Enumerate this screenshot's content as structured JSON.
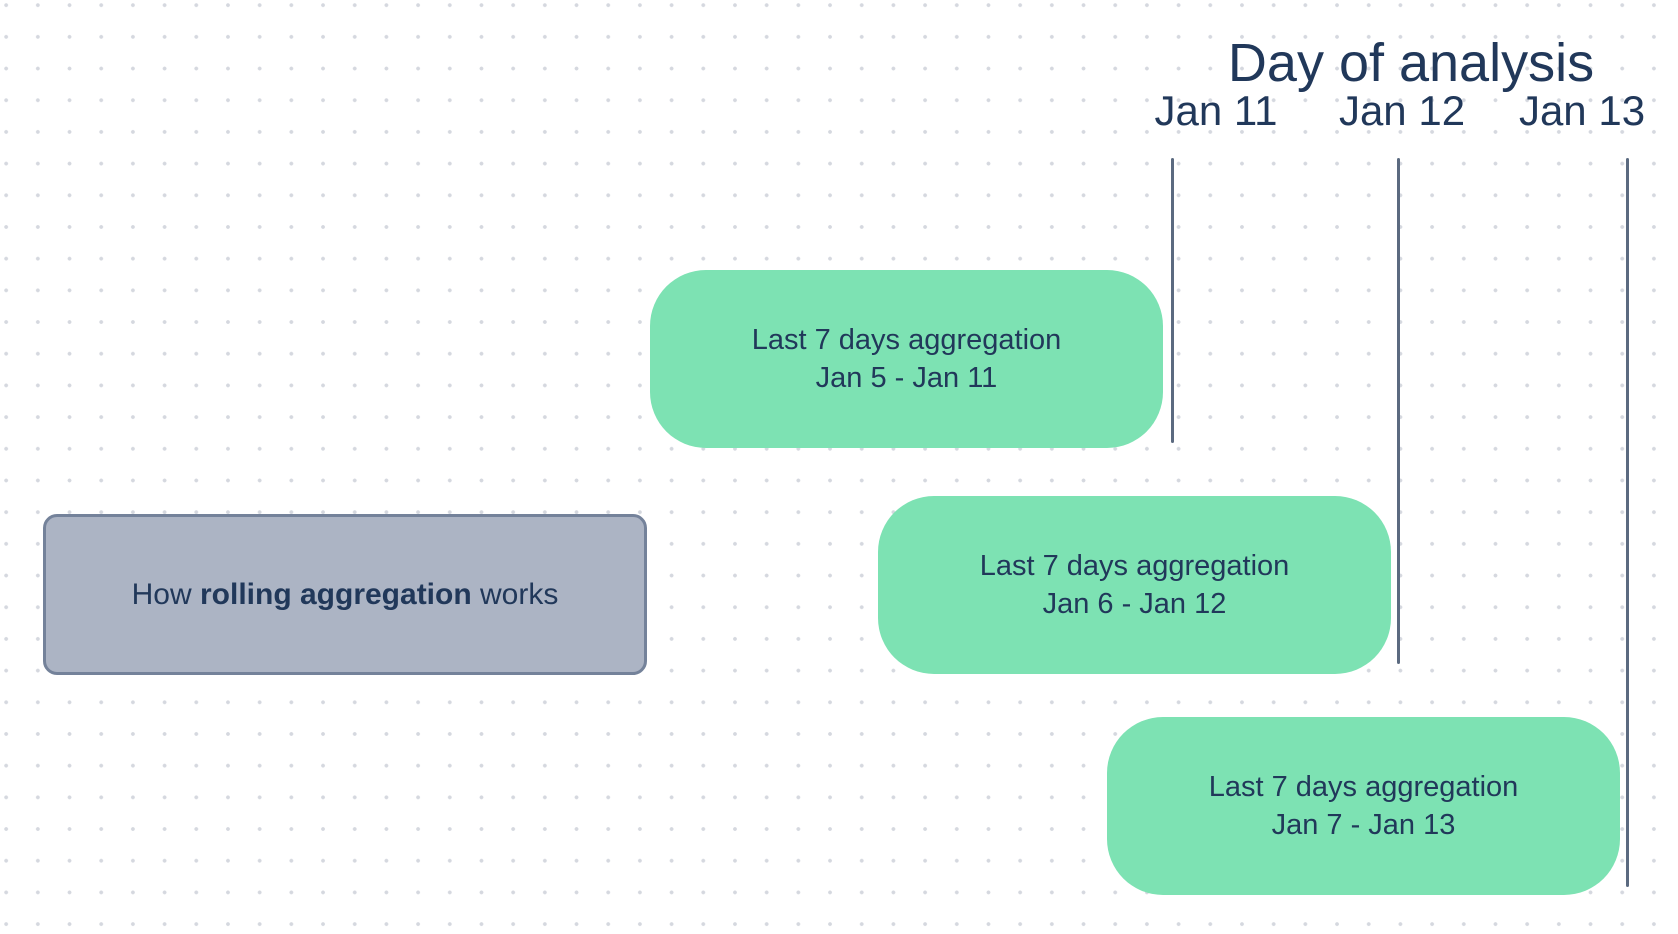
{
  "header": {
    "title": "Day of analysis",
    "dates": [
      "Jan 11",
      "Jan 12",
      "Jan 13"
    ]
  },
  "windows": [
    {
      "label": "Last 7 days aggregation",
      "range": "Jan 5 - Jan 11"
    },
    {
      "label": "Last 7 days aggregation",
      "range": "Jan 6 - Jan 12"
    },
    {
      "label": "Last 7 days aggregation",
      "range": "Jan 7 - Jan 13"
    }
  ],
  "legend": {
    "prefix": "How ",
    "bold": "rolling aggregation",
    "suffix": " works"
  },
  "colors": {
    "background": "#ffffff",
    "dot_grid": "#d5d8df",
    "window_fill": "#7de2b3",
    "text_navy": "#21385a",
    "marker_line": "#5b6a80",
    "legend_fill": "#acb4c4",
    "legend_border": "#74829a"
  }
}
